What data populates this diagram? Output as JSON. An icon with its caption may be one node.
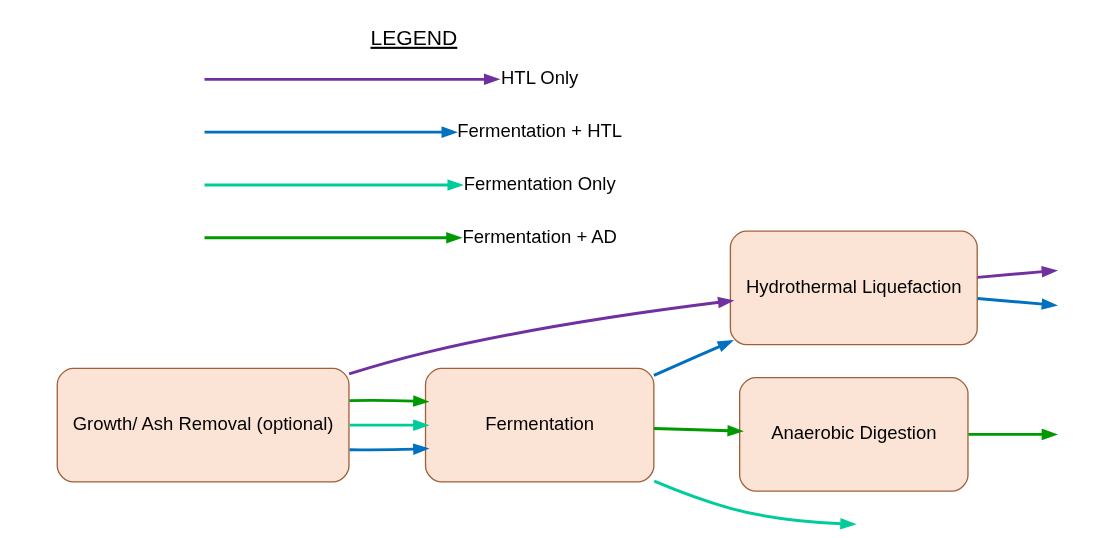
{
  "diagram": {
    "nodes": [
      {
        "text": [
          "Growth/ Ash Removal (optional)"
        ]
      },
      {
        "text": [
          "Fermentation"
        ]
      },
      {
        "text": [
          "Hydrothermal Liquefaction"
        ]
      },
      {
        "text": [
          "Anaerobic Digestion"
        ]
      }
    ],
    "edges": [
      {
        "from": 0,
        "to": 2,
        "arrow": "to",
        "color": "#7030a0"
      },
      {
        "from": 0,
        "to": 1,
        "arrow": "to",
        "color": "#0070c0"
      },
      {
        "from": 0,
        "to": 1,
        "arrow": "to",
        "color": "#00cc99"
      },
      {
        "from": 0,
        "to": 1,
        "arrow": "to",
        "color": "#009900"
      },
      {
        "from": 1,
        "to": 2,
        "arrow": "to",
        "color": "#0070c0"
      },
      {
        "from": 1,
        "to": null,
        "arrow": "to",
        "color": "#00cc99"
      },
      {
        "from": 1,
        "to": 3,
        "arrow": "to",
        "color": "#009900"
      },
      {
        "from": 2,
        "to": null,
        "arrow": "to",
        "color": "#7030a0"
      },
      {
        "from": 2,
        "to": null,
        "arrow": "to",
        "color": "#0070c0"
      },
      {
        "from": 3,
        "to": null,
        "arrow": "to",
        "color": "#009900"
      }
    ],
    "labels": [
      "LEGEND"
    ],
    "legend": [
      {
        "text": "HTL Only"
      },
      {
        "text": "Fermentation + HTL"
      },
      {
        "text": "Fermentation Only"
      },
      {
        "text": "Fermentation + AD"
      }
    ]
  }
}
